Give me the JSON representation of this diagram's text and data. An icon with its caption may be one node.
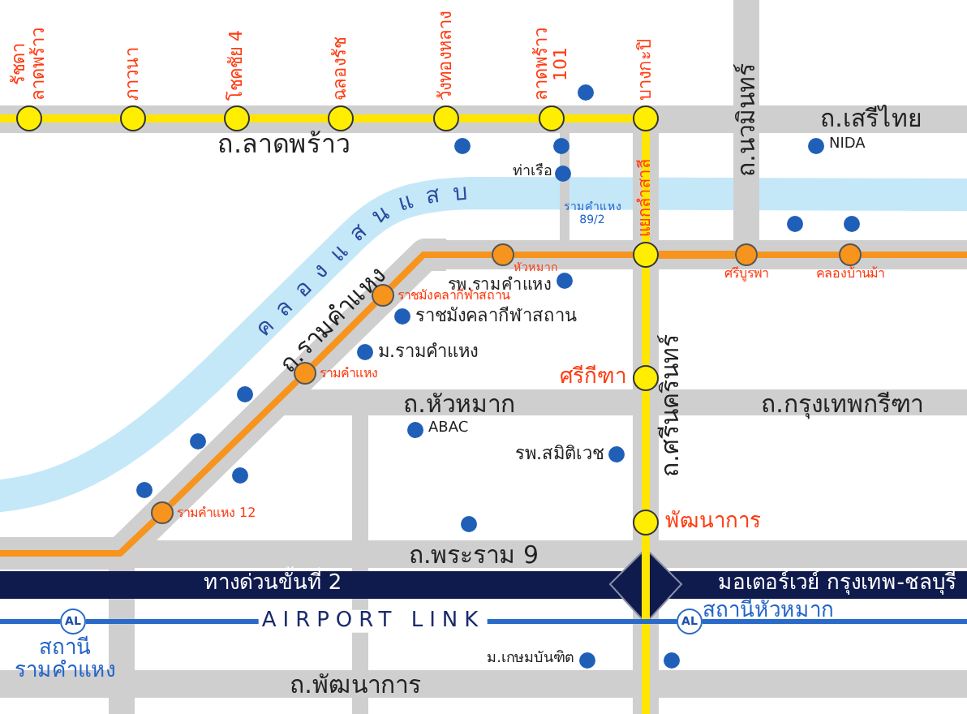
{
  "diagram": {
    "nodes": [
      {
        "text": [],
        "shape": "circle",
        "beside": [
          "รัชดา ลาดพร้าว"
        ]
      },
      {
        "text": [],
        "shape": "circle",
        "beside": [
          "ภาวนา"
        ]
      },
      {
        "text": [],
        "shape": "circle",
        "beside": [
          "โชคชัย 4"
        ]
      },
      {
        "text": [],
        "shape": "circle",
        "beside": [
          "ฉลองรัช"
        ]
      },
      {
        "text": [],
        "shape": "circle",
        "beside": [
          "วังทองหลาง"
        ]
      },
      {
        "text": [],
        "shape": "circle",
        "beside": [
          "ลาดพร้าว 101"
        ]
      },
      {
        "text": [],
        "shape": "circle",
        "beside": [
          "บางกะปิ"
        ]
      },
      {
        "text": [],
        "shape": "circle",
        "beside": [
          "แยกลำสาลี"
        ]
      },
      {
        "text": [],
        "shape": "circle",
        "beside": [
          "ศรีกีฑา"
        ]
      },
      {
        "text": [],
        "shape": "circle",
        "beside": [
          "พัฒนาการ"
        ]
      },
      {
        "text": [],
        "shape": "circle",
        "beside": [
          "หัวหมาก"
        ]
      },
      {
        "text": [],
        "shape": "circle",
        "beside": [
          "ศรีบูรพา"
        ]
      },
      {
        "text": [],
        "shape": "circle",
        "beside": [
          "คลองบ้านม้า"
        ]
      },
      {
        "text": [],
        "shape": "circle",
        "beside": [
          "ราชมังคลากีฬาสถาน"
        ]
      },
      {
        "text": [],
        "shape": "circle",
        "beside": [
          "รามคำแหง"
        ]
      },
      {
        "text": [],
        "shape": "circle",
        "beside": [
          "รามคำแหง 12"
        ]
      },
      {
        "text": [],
        "shape": "circle"
      },
      {
        "text": [],
        "shape": "circle"
      },
      {
        "text": [],
        "shape": "circle"
      },
      {
        "text": [],
        "shape": "circle",
        "beside": [
          "NIDA"
        ]
      },
      {
        "text": [],
        "shape": "circle",
        "beside": [
          "ท่าเรือ"
        ]
      },
      {
        "text": [],
        "shape": "circle"
      },
      {
        "text": [],
        "shape": "circle"
      },
      {
        "text": [],
        "shape": "circle",
        "beside": [
          "รพ.รามคำแหง"
        ]
      },
      {
        "text": [],
        "shape": "circle",
        "beside": [
          "ราชมังคลากีฬาสถาน"
        ]
      },
      {
        "text": [],
        "shape": "circle",
        "beside": [
          "ม.รามคำแหง"
        ]
      },
      {
        "text": [],
        "shape": "circle"
      },
      {
        "text": [],
        "shape": "circle",
        "beside": [
          "ABAC"
        ]
      },
      {
        "text": [],
        "shape": "circle"
      },
      {
        "text": [],
        "shape": "circle",
        "beside": [
          "รพ.สมิติเวช"
        ]
      },
      {
        "text": [],
        "shape": "circle"
      },
      {
        "text": [],
        "shape": "circle"
      },
      {
        "text": [],
        "shape": "circle"
      },
      {
        "text": [],
        "shape": "circle",
        "beside": [
          "ม.เกษมบันฑิต"
        ]
      },
      {
        "text": [],
        "shape": "circle"
      },
      {
        "text": [
          "AL"
        ],
        "beside": [
          "สถานี รามคำแหง"
        ]
      },
      {
        "text": [
          "AL"
        ],
        "beside": [
          "สถานีหัวหมาก"
        ]
      }
    ],
    "edges": [
      {
        "from": 0,
        "to": 1,
        "arrow": "none"
      },
      {
        "from": 1,
        "to": 2,
        "arrow": "none"
      },
      {
        "from": 2,
        "to": 3,
        "arrow": "none"
      },
      {
        "from": 3,
        "to": 4,
        "arrow": "none"
      },
      {
        "from": 4,
        "to": 5,
        "arrow": "none"
      },
      {
        "from": 5,
        "to": 6,
        "arrow": "none"
      },
      {
        "from": 6,
        "to": 7,
        "arrow": "none"
      },
      {
        "from": 7,
        "to": 8,
        "arrow": "none"
      },
      {
        "from": 8,
        "to": 9,
        "arrow": "none"
      },
      {
        "from": 15,
        "to": 14,
        "arrow": "none",
        "color": "#f7941d"
      },
      {
        "from": 14,
        "to": 13,
        "arrow": "none",
        "color": "#f7941d"
      },
      {
        "from": 13,
        "to": 10,
        "arrow": "none",
        "color": "#f7941d"
      },
      {
        "from": 10,
        "to": 7,
        "arrow": "none",
        "color": "#f7941d"
      },
      {
        "from": 7,
        "to": 11,
        "arrow": "none",
        "color": "#f7941d"
      },
      {
        "from": 11,
        "to": 12,
        "arrow": "none",
        "color": "#f7941d"
      },
      {
        "from": 35,
        "to": 36,
        "arrow": "none",
        "color": "#2a6ac8"
      }
    ],
    "labels": [
      "ถ.นวมินทร์",
      "ถ.เสรีไทย",
      "ถ.ลาดพร้าว",
      "รามคำแหง 89/2",
      "คลองแสนแสบ",
      "ถ.รามคำแหง",
      "ถ.ศรีนครินทร์",
      "ถ.หัวหมาก",
      "ถ.กรุงเทพกรีฑา",
      "ถ.พระราม 9",
      "ทางด่วนขั้นที่ 2",
      "มอเตอร์เวย์ กรุงเทพ-ชลบุรี",
      "AIRPORT LINK",
      "ถ.พัฒนาการ"
    ]
  }
}
